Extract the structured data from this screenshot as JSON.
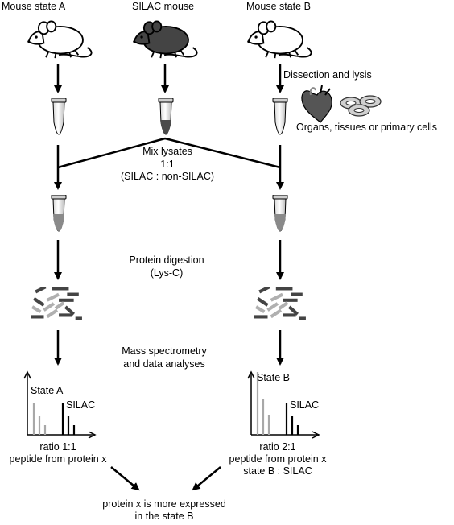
{
  "columns": {
    "left_title": "Mouse state A",
    "middle_title": "SILAC mouse",
    "right_title": "Mouse state B"
  },
  "steps": {
    "dissection": "Dissection and lysis",
    "organs": "Organs, tissues or primary cells",
    "mix_line1": "Mix lysates",
    "mix_line2": "1:1",
    "mix_line3": "(SILAC : non-SILAC)",
    "digestion_line1": "Protein digestion",
    "digestion_line2": "(Lys-C)",
    "ms_line1": "Mass spectrometry",
    "ms_line2": "and data analyses"
  },
  "spectra": {
    "left": {
      "state_label": "State A",
      "silac_label": "SILAC"
    },
    "right": {
      "state_label": "State B",
      "silac_label": "SILAC"
    }
  },
  "results": {
    "left_line1": "ratio 1:1",
    "left_line2": "peptide from protein x",
    "right_line1": "ratio 2:1",
    "right_line2": "peptide from protein x",
    "right_line3": "state B : SILAC",
    "conclusion_line1": "protein x is more expressed",
    "conclusion_line2": "in the state B"
  },
  "colors": {
    "mouse_white": "#ffffff",
    "mouse_silac": "#444444",
    "lysate_dark": "#4a4a4a",
    "lysate_mixed": "#8a8a8a",
    "light_peak": "#a8a8a8"
  },
  "icons": [
    "mouse-icon",
    "tube-icon",
    "heart-organ-icon",
    "tissue-icon",
    "peptide-fragments-icon"
  ]
}
